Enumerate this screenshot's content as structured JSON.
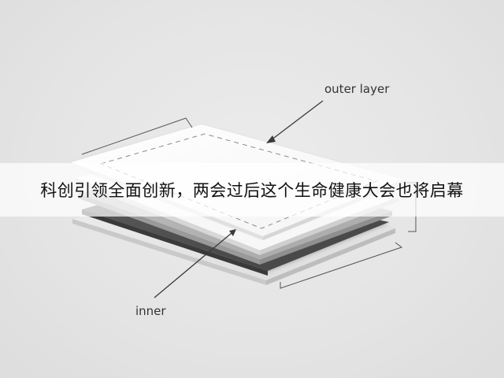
{
  "diagram": {
    "labels": {
      "outer": "outer layer",
      "inner": "inner"
    }
  },
  "banner": {
    "text": "科创引领全面创新，两会过后这个生命健康大会也将启幕"
  }
}
